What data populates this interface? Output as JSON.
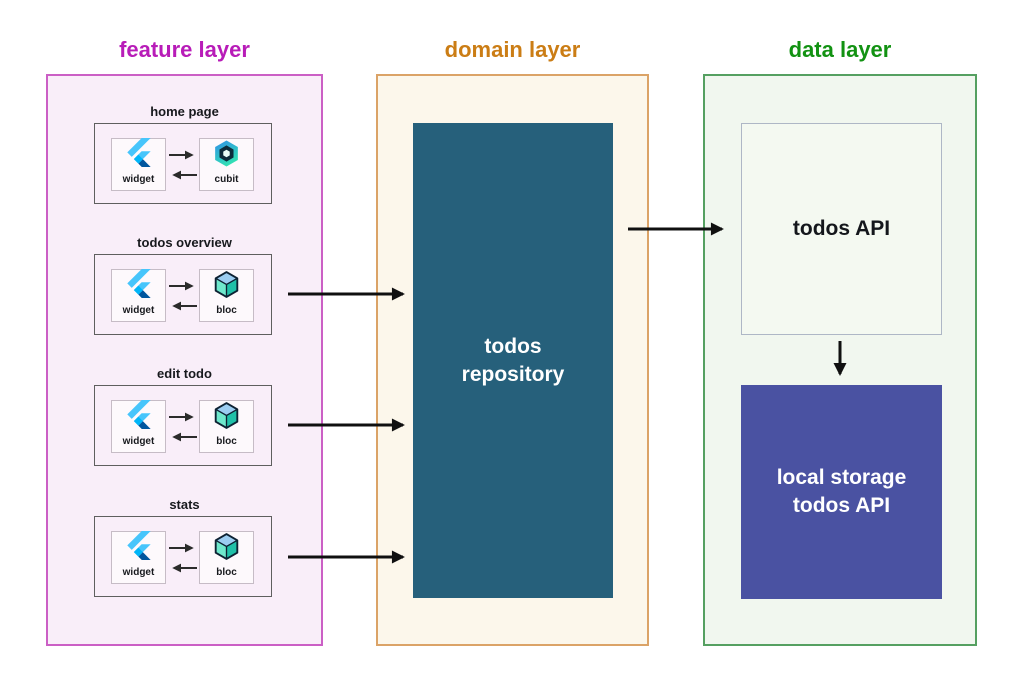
{
  "layers": {
    "feature": {
      "title": "feature layer",
      "features": [
        {
          "label": "home page",
          "widget": {
            "label": "widget",
            "icon": "flutter-icon"
          },
          "logic": {
            "label": "cubit",
            "icon": "cubit-icon"
          }
        },
        {
          "label": "todos overview",
          "widget": {
            "label": "widget",
            "icon": "flutter-icon"
          },
          "logic": {
            "label": "bloc",
            "icon": "bloc-icon"
          }
        },
        {
          "label": "edit todo",
          "widget": {
            "label": "widget",
            "icon": "flutter-icon"
          },
          "logic": {
            "label": "bloc",
            "icon": "bloc-icon"
          }
        },
        {
          "label": "stats",
          "widget": {
            "label": "widget",
            "icon": "flutter-icon"
          },
          "logic": {
            "label": "bloc",
            "icon": "bloc-icon"
          }
        }
      ]
    },
    "domain": {
      "title": "domain layer",
      "repository": {
        "line1": "todos",
        "line2": "repository"
      }
    },
    "data": {
      "title": "data layer",
      "todos_api": {
        "label": "todos API"
      },
      "local_storage": {
        "line1": "local storage",
        "line2": "todos API"
      }
    }
  },
  "colors": {
    "feature_title": "#b81cb8",
    "feature_border": "#cb5fc5",
    "feature_fill": "#f9eef9",
    "domain_title": "#cb7d15",
    "domain_border": "#dba367",
    "domain_fill": "#fcf7eb",
    "repository_fill": "#26607b",
    "repository_text": "#ffffff",
    "data_title": "#129212",
    "data_border": "#55a061",
    "data_fill": "#f1f7ef",
    "api_fill": "#f4f9f1",
    "api_border": "#aeb7c6",
    "api_text": "#14171c",
    "storage_fill": "#4a52a2",
    "storage_text": "#ffffff",
    "card_border": "#5f5f5f",
    "tile_fill": "#fdf9fc",
    "tile_border": "#c6bcc6",
    "label_text": "#17191d",
    "arrow": "#101010",
    "mini_arrow": "#2b2b2b"
  }
}
